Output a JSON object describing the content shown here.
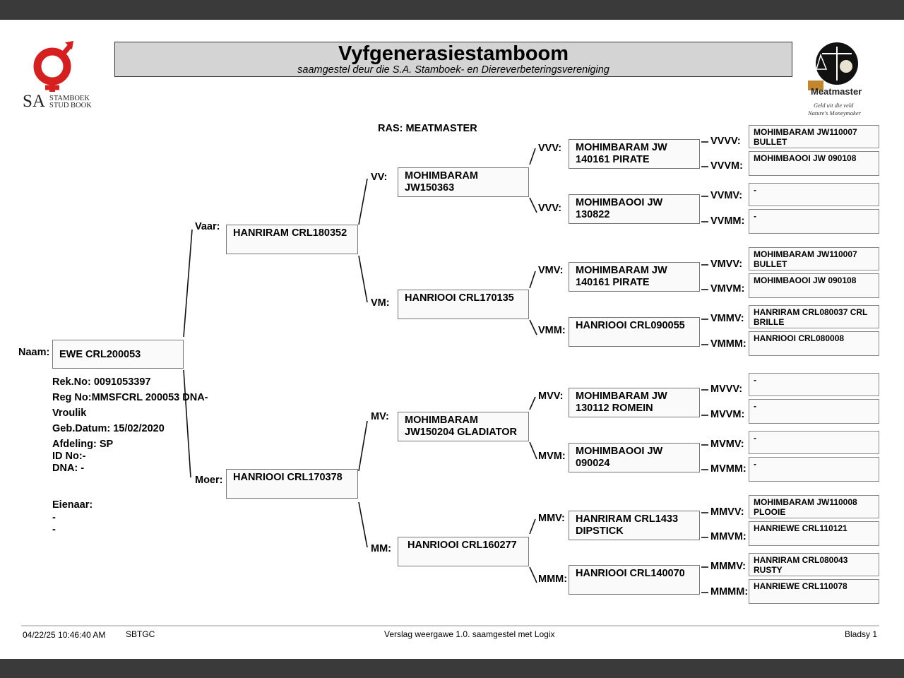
{
  "header": {
    "title": "Vyfgenerasiestamboom",
    "subtitle": "saamgestel deur die S.A. Stamboek- en Diereverbeteringsvereniging",
    "logo_left_text1": "SA",
    "logo_left_text2": "STAMBOEK",
    "logo_left_text3": "STUD BOOK",
    "logo_right_brand": "Meatmaster",
    "logo_right_tag1": "Geld uit die veld",
    "logo_right_tag2": "Nature's Moneymaker"
  },
  "breed": "RAS: MEATMASTER",
  "animal": {
    "naam_label": "Naam:",
    "name": "EWE CRL200053",
    "rek_no": "Rek.No: 0091053397",
    "reg_no": "Reg No:MMSFCRL 200053 DNA-",
    "sex": "Vroulik",
    "birth": "Geb.Datum: 15/02/2020",
    "afdeling": "Afdeling: SP",
    "id_no": "ID No:-",
    "dna": "DNA: -",
    "owner_label": "Eienaar:",
    "owner_line1": "-",
    "owner_line2": "-"
  },
  "gen1": {
    "vaar": {
      "label": "Vaar:",
      "name": "HANRIRAM CRL180352"
    },
    "moer": {
      "label": "Moer:",
      "name": "HANRIOOI CRL170378"
    }
  },
  "gen2": {
    "vv": {
      "label": "VV:",
      "name": "MOHIMBARAM JW150363"
    },
    "vm": {
      "label": "VM:",
      "name": "HANRIOOI CRL170135"
    },
    "mv": {
      "label": "MV:",
      "name": "MOHIMBARAM JW150204 GLADIATOR"
    },
    "mm": {
      "label": "MM:",
      "name": "HANRIOOI CRL160277"
    }
  },
  "gen3": {
    "vvv": {
      "label": "VVV:",
      "name": "MOHIMBARAM JW 140161 PIRATE"
    },
    "vvm": {
      "label": "VVV:",
      "name": "MOHIMBAOOI JW 130822"
    },
    "vmv": {
      "label": "VMV:",
      "name": "MOHIMBARAM JW 140161 PIRATE"
    },
    "vmm": {
      "label": "VMM:",
      "name": "HANRIOOI CRL090055"
    },
    "mvv": {
      "label": "MVV:",
      "name": "MOHIMBARAM JW 130112 ROMEIN"
    },
    "mvm": {
      "label": "MVM:",
      "name": "MOHIMBAOOI JW 090024"
    },
    "mmv": {
      "label": "MMV:",
      "name": "HANRIRAM CRL1433 DIPSTICK"
    },
    "mmm": {
      "label": "MMM:",
      "name": "HANRIOOI CRL140070"
    }
  },
  "gen4": {
    "vvvv": {
      "label": "VVVV:",
      "name": "MOHIMBARAM JW110007 BULLET"
    },
    "vvvm": {
      "label": "VVVM:",
      "name": "MOHIMBAOOI JW 090108"
    },
    "vvmv": {
      "label": "VVMV:",
      "name": "-"
    },
    "vvmm": {
      "label": "VVMM:",
      "name": "-"
    },
    "vmvv": {
      "label": "VMVV:",
      "name": "MOHIMBARAM JW110007 BULLET"
    },
    "vmvm": {
      "label": "VMVM:",
      "name": "MOHIMBAOOI JW 090108"
    },
    "vmmv": {
      "label": "VMMV:",
      "name": "HANRIRAM CRL080037 CRL BRILLE"
    },
    "vmmm": {
      "label": "VMMM:",
      "name": "HANRIOOI CRL080008"
    },
    "mvvv": {
      "label": "MVVV:",
      "name": "-"
    },
    "mvvm": {
      "label": "MVVM:",
      "name": "-"
    },
    "mvmv": {
      "label": "MVMV:",
      "name": "-"
    },
    "mvmm": {
      "label": "MVMM:",
      "name": "-"
    },
    "mmvv": {
      "label": "MMVV:",
      "name": "MOHIMBARAM JW110008 PLOOIE"
    },
    "mmvm": {
      "label": "MMVM:",
      "name": "HANRIEWE CRL110121"
    },
    "mmmv": {
      "label": "MMMV:",
      "name": "HANRIRAM CRL080043 RUSTY"
    },
    "mmmm": {
      "label": "MMMM:",
      "name": "HANRIEWE CRL110078"
    }
  },
  "footer": {
    "datetime": "04/22/25 10:46:40 AM",
    "code": "SBTGC",
    "report": "Verslag weergawe 1.0. saamgestel met Logix",
    "page": "Bladsy 1"
  }
}
